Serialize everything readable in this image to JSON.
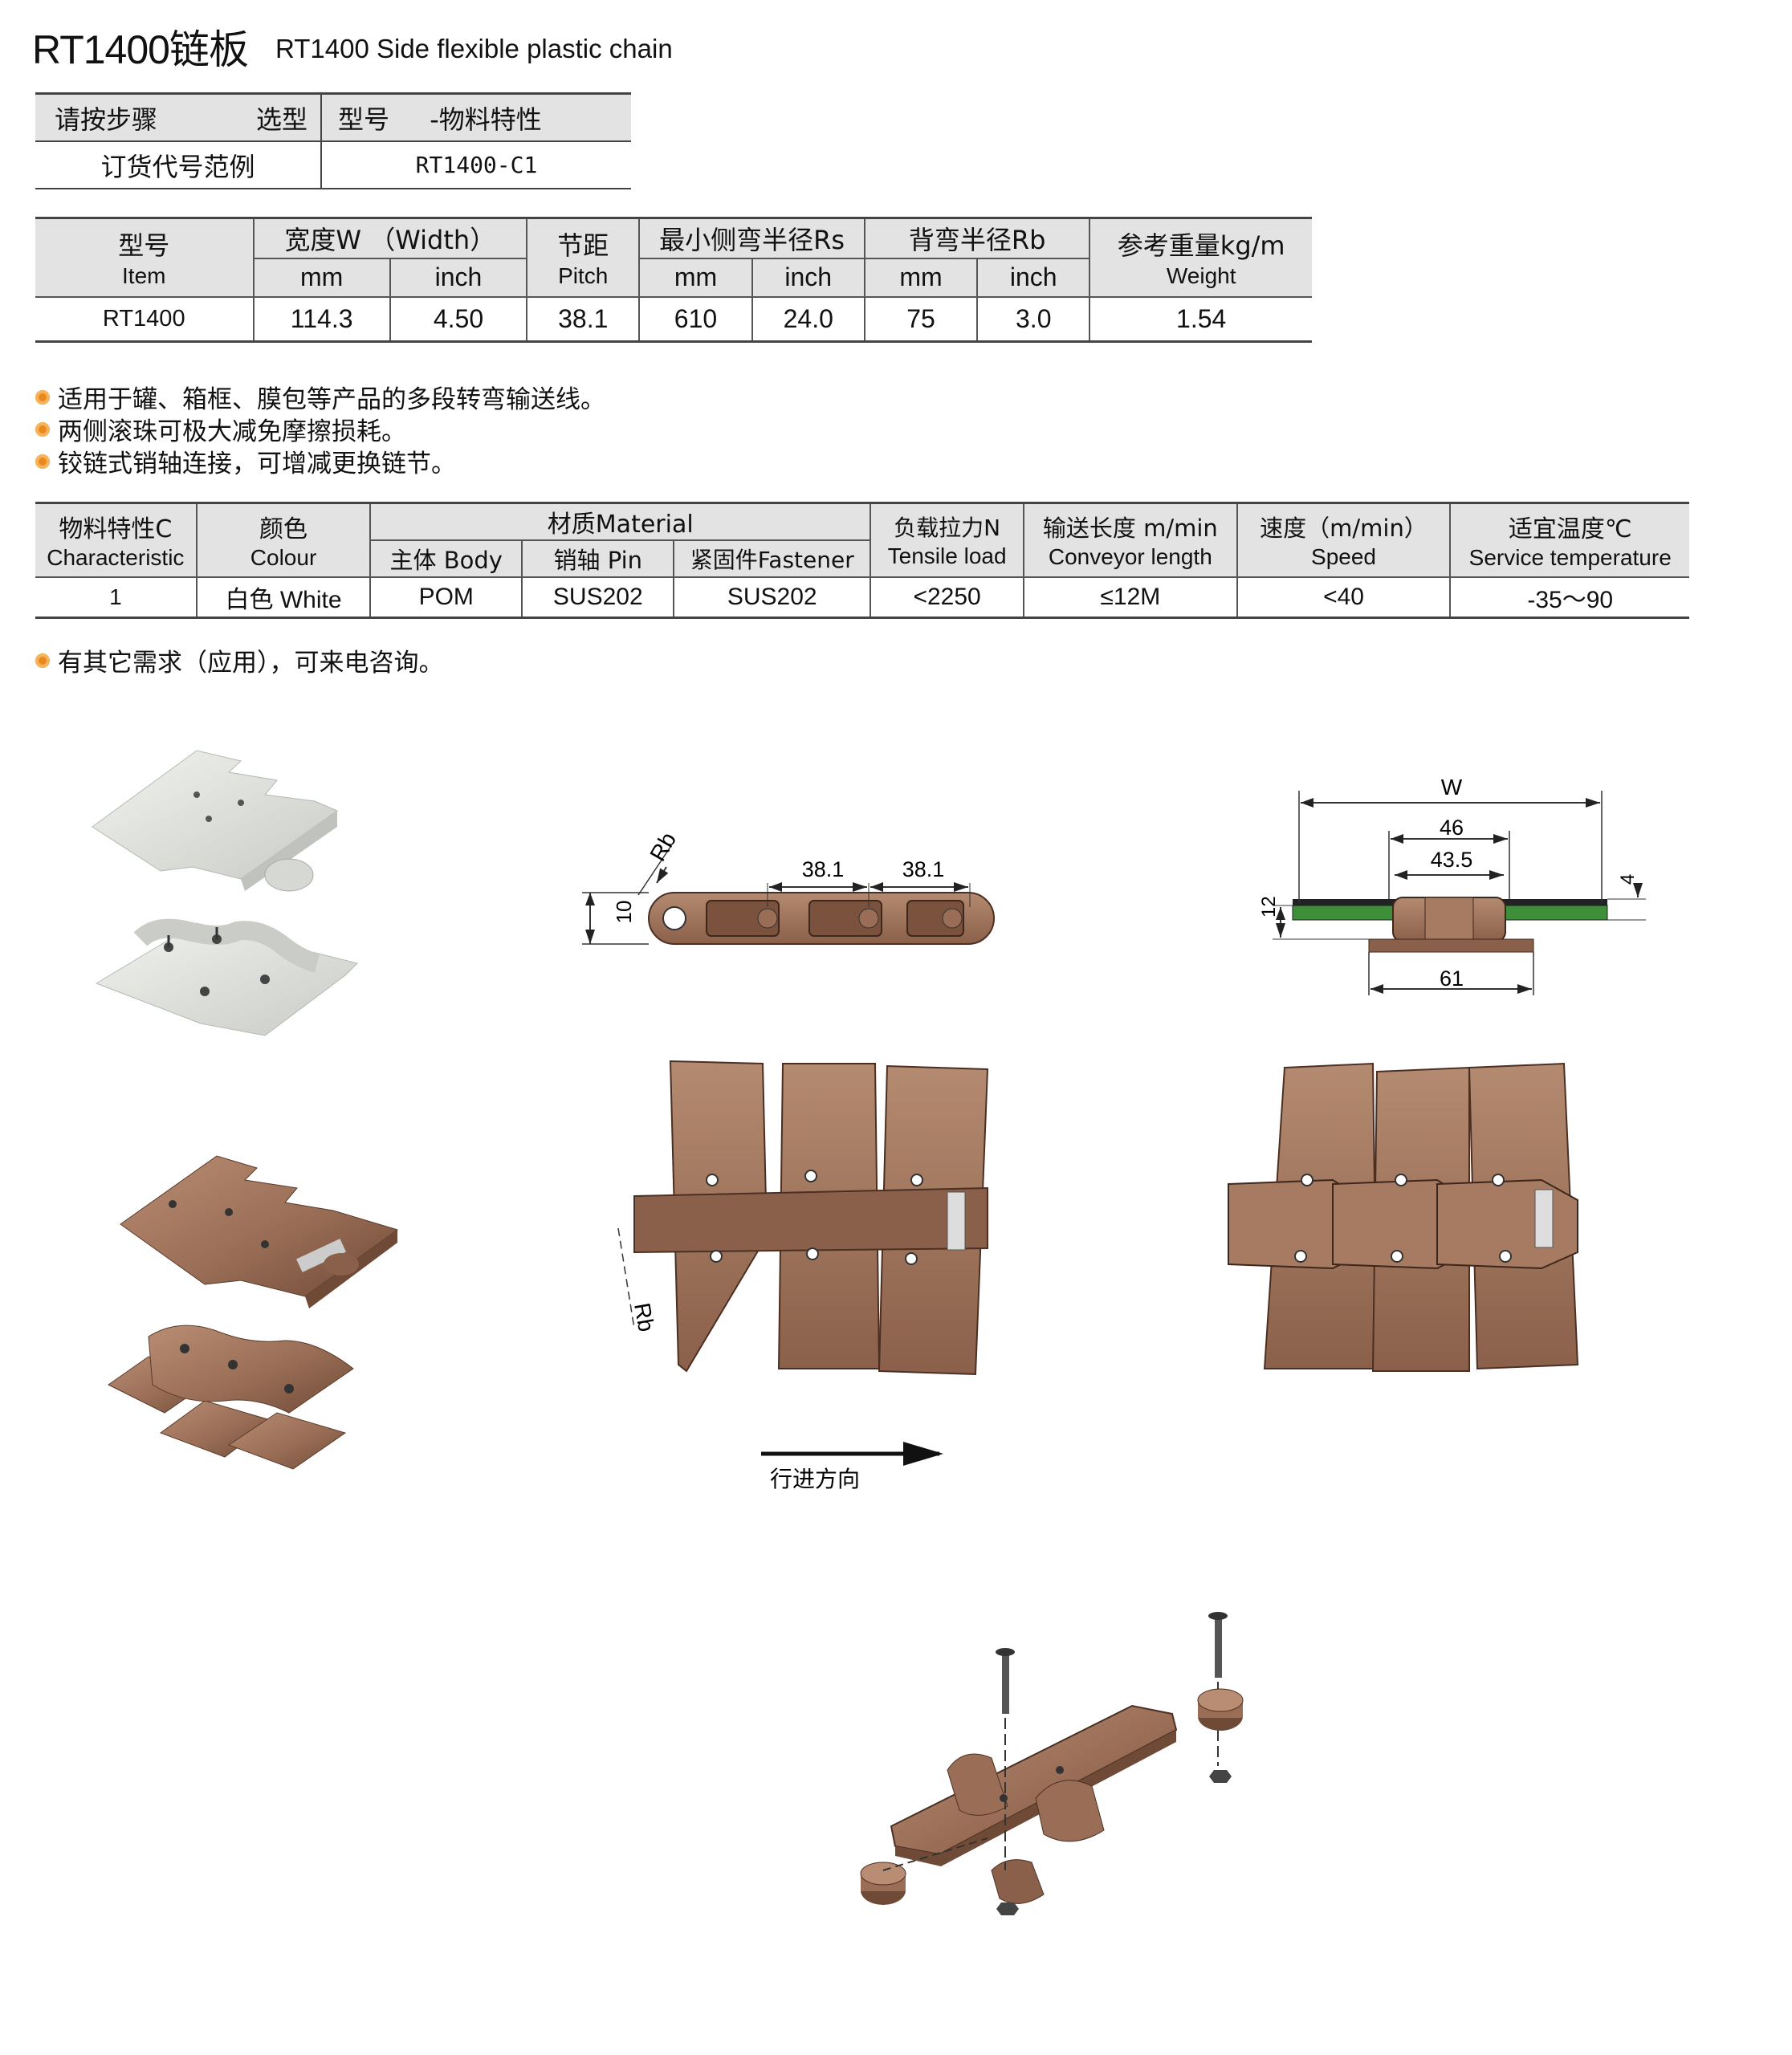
{
  "title": {
    "main": "RT1400链板",
    "sub": "RT1400 Side flexible plastic chain"
  },
  "order": {
    "steps_label": "请按步骤",
    "select_label": "选型",
    "model_label": "型号",
    "material_label": "-物料特性",
    "code_example_label": "订货代号范例",
    "code_example_value": "RT1400-C1"
  },
  "spec_table": {
    "headers": {
      "item_cn": "型号",
      "item_en": "Item",
      "width": "宽度W （Width）",
      "pitch_cn": "节距",
      "pitch_en": "Pitch",
      "min_side_radius": "最小侧弯半径Rs",
      "back_radius": "背弯半径Rb",
      "weight_cn": "参考重量kg/m",
      "weight_en": "Weight",
      "mm": "mm",
      "inch": "inch"
    },
    "row": {
      "item": "RT1400",
      "width_mm": "114.3",
      "width_inch": "4.50",
      "pitch": "38.1",
      "rs_mm": "610",
      "rs_inch": "24.0",
      "rb_mm": "75",
      "rb_inch": "3.0",
      "weight": "1.54"
    }
  },
  "features": [
    "适用于罐、箱框、膜包等产品的多段转弯输送线。",
    "两侧滚珠可极大减免摩擦损耗。",
    "铰链式销轴连接，可增减更换链节。"
  ],
  "material_table": {
    "headers": {
      "char_cn": "物料特性C",
      "char_en": "Characteristic",
      "colour_cn": "颜色",
      "colour_en": "Colour",
      "material": "材质Material",
      "body": "主体 Body",
      "pin": "销轴 Pin",
      "fastener": "紧固件Fastener",
      "tensile_cn": "负载拉力N",
      "tensile_en": "Tensile load",
      "conveyor_cn": "输送长度 m/min",
      "conveyor_en": "Conveyor length",
      "speed_cn": "速度（m/min）",
      "speed_en": "Speed",
      "temp_cn": "适宜温度℃",
      "temp_en": "Service temperature"
    },
    "row": {
      "char": "1",
      "colour": "白色  White",
      "body": "POM",
      "pin": "SUS202",
      "fastener": "SUS202",
      "tensile": "<2250",
      "conveyor": "≤12M",
      "speed": "<40",
      "temp": "-35～90"
    }
  },
  "note": "有其它需求（应用），可来电咨询。",
  "drawing": {
    "side_view": {
      "rb": "Rb",
      "pitch1": "38.1",
      "pitch2": "38.1",
      "height": "10"
    },
    "section_view": {
      "w": "W",
      "d46": "46",
      "d43": "43.5",
      "d4": "4",
      "d12": "12",
      "d61": "61"
    },
    "top_view": {
      "rb": "Rb",
      "direction": "行进方向"
    }
  },
  "colors": {
    "chain": "#9a6e56",
    "chain_dark": "#6f4a37",
    "chain_light": "#b88d73",
    "white_chain": "#e6e9e4",
    "rail": "#3f8f3a",
    "bullet": "#e8891e"
  }
}
